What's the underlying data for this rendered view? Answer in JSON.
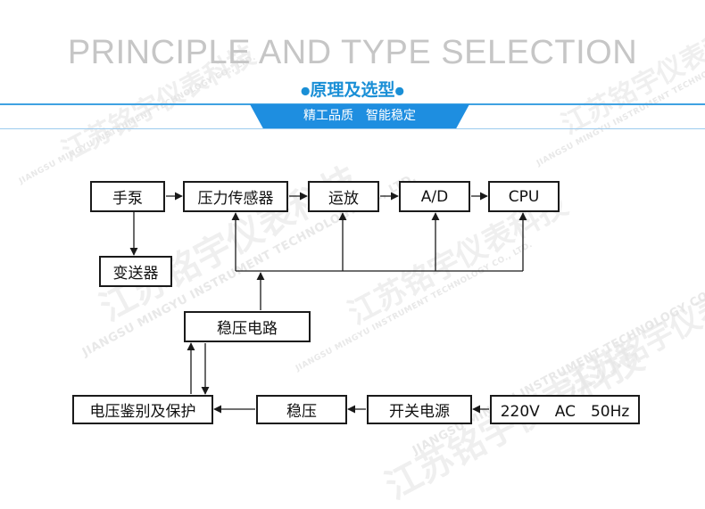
{
  "header": {
    "title": "PRINCIPLE AND TYPE SELECTION",
    "subtitle": "原理及选型",
    "slogan": "精工品质　智能稳定"
  },
  "watermark": {
    "company_cn": "江苏铭宇仪表科技",
    "company_en": "JIANGSU MINGYU INSTRUMENT TECHNOLOGY CO., LTD."
  },
  "diagram": {
    "nodes": {
      "hand_pump": "手泵",
      "pressure_sensor": "压力传感器",
      "op_amp": "运放",
      "adc": "A/D",
      "cpu": "CPU",
      "transmitter": "变送器",
      "regulator_circuit": "稳压电路",
      "voltage_monitor": "电压鉴别及保护",
      "regulator": "稳压",
      "switching_psu": "开关电源",
      "mains": "220V　AC　50Hz"
    }
  },
  "colors": {
    "accent": "#1e8ee0",
    "line": "#1a1a1a"
  }
}
